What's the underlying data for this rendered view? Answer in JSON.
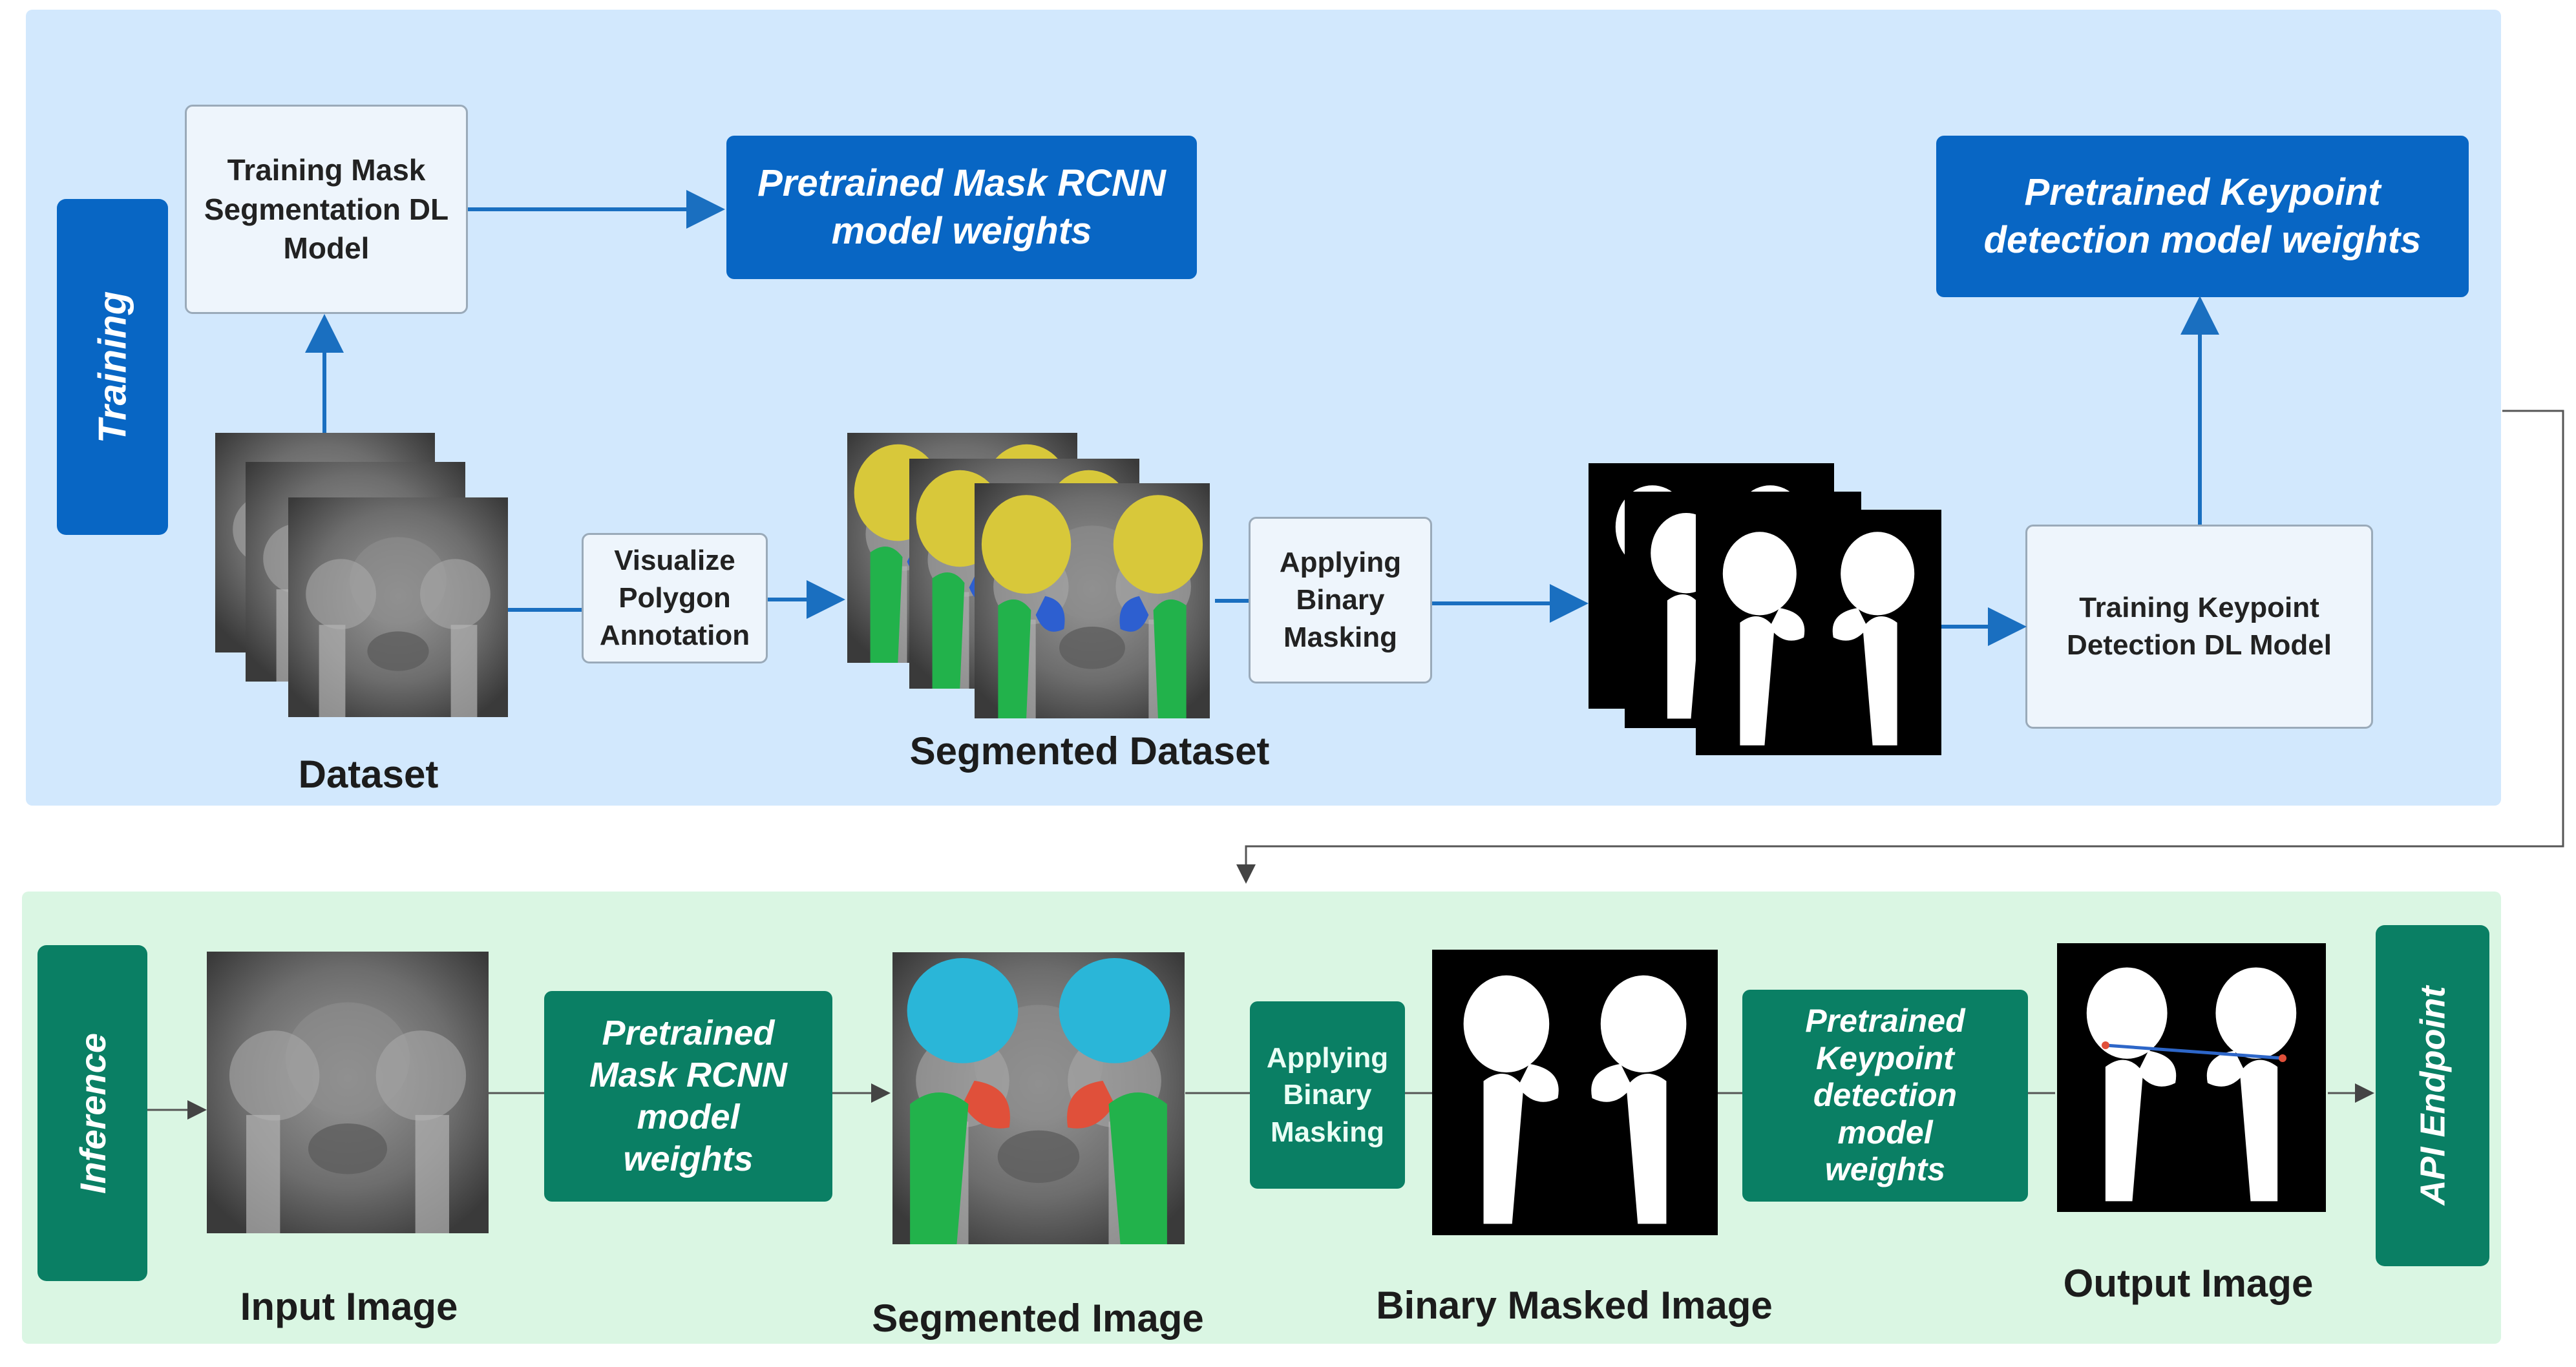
{
  "training": {
    "section_label": "Training",
    "train_mask_box": "Training Mask\nSegmentation DL\nModel",
    "pretrained_mask_box": "Pretrained Mask RCNN\nmodel weights",
    "visualize_box": "Visualize\nPolygon\nAnnotation",
    "binary_mask_box": "Applying\nBinary\nMasking",
    "train_keypoint_box": "Training Keypoint\nDetection DL  Model",
    "pretrained_keypoint_box": "Pretrained Keypoint\ndetection model weights",
    "captions": {
      "dataset": "Dataset",
      "segmented_dataset": "Segmented Dataset"
    }
  },
  "inference": {
    "section_label": "Inference",
    "pretrained_mask_box": "Pretrained\nMask RCNN\nmodel\nweights",
    "binary_mask_box": "Applying\nBinary\nMasking",
    "pretrained_keypoint_box": "Pretrained\nKeypoint\ndetection\nmodel\nweights",
    "api_label": "API Endpoint",
    "captions": {
      "input_image": "Input Image",
      "segmented_image": "Segmented Image",
      "binary_masked_image": "Binary Masked Image",
      "output_image": "Output Image"
    }
  },
  "colors": {
    "training_panel": "#d2e8fd",
    "inference_panel": "#daf6e3",
    "blue_box": "#0866c4",
    "green_box": "#0a7f64",
    "arrow": "#1a6fc0",
    "connector": "#555555",
    "seg_yellow": "#d8c83a",
    "seg_green": "#22b24b",
    "seg_blue": "#2d5fd0",
    "seg_cyan": "#2ab6d8",
    "seg_red": "#e0503a"
  }
}
